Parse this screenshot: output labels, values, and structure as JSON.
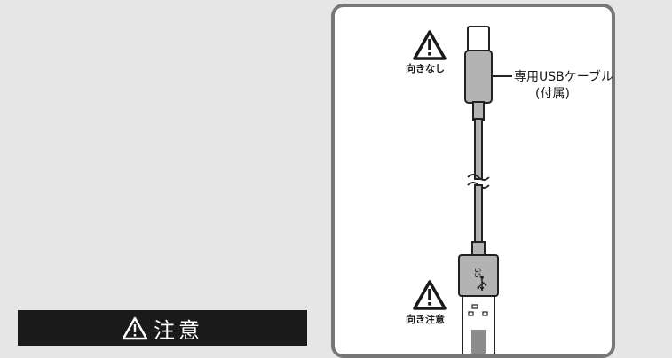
{
  "caution": {
    "title": "注意",
    "icon": "warning-triangle-icon"
  },
  "diagram": {
    "top_connector_label": "向きなし",
    "bottom_connector_label": "向き注意",
    "cable_label_line1": "専用USBケーブル",
    "cable_label_line2": "(付属)",
    "usb_mark": "SS",
    "colors": {
      "frame": "#777777",
      "connector_fill": "#b3b3b3",
      "connector_stroke": "#222222",
      "banner": "#1a1a1a"
    }
  }
}
